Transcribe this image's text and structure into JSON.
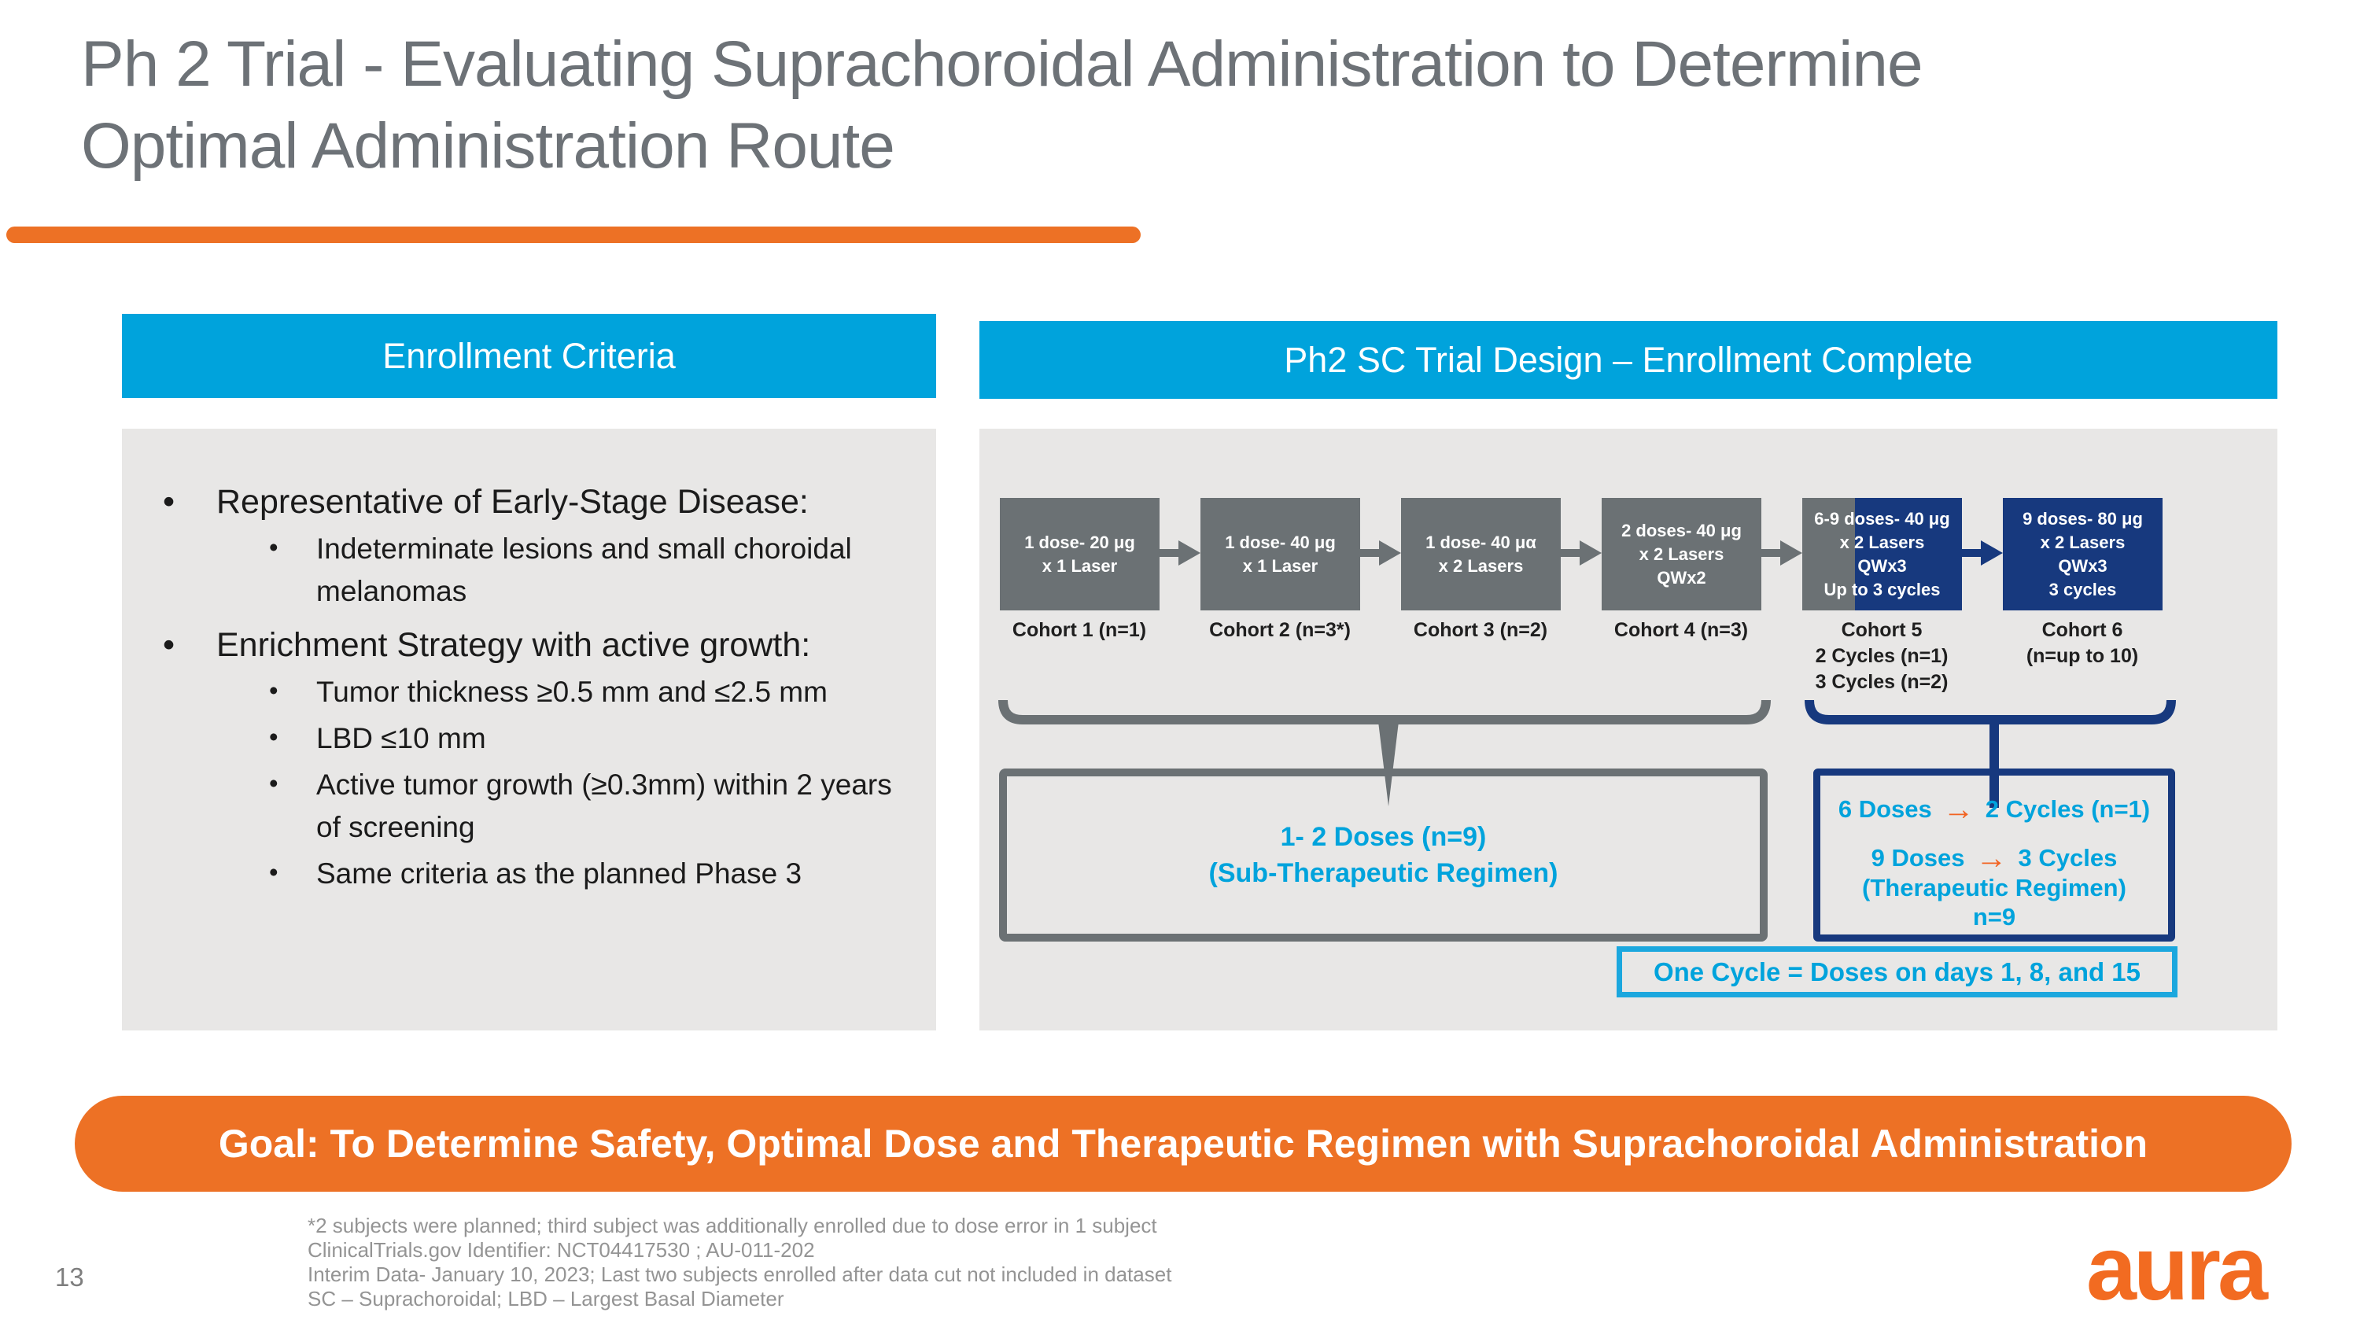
{
  "slide": {
    "title": "Ph 2 Trial - Evaluating Suprachoroidal Administration to Determine\nOptimal Administration Route",
    "page_number": "13",
    "logo_text": "aura"
  },
  "colors": {
    "cyan": "#00A3DC",
    "navy": "#17397E",
    "slate_gray": "#6B7174",
    "orange": "#ED7125",
    "panel_gray": "#E8E7E6"
  },
  "icons": {
    "orange_arrow": "→"
  },
  "enrollment": {
    "header": "Enrollment Criteria",
    "bullets": [
      {
        "level": 1,
        "text": "Representative of Early-Stage Disease:"
      },
      {
        "level": 2,
        "text": "Indeterminate lesions and small choroidal melanomas"
      },
      {
        "level": 1,
        "text": "Enrichment Strategy with active growth:"
      },
      {
        "level": 2,
        "text": "Tumor thickness ≥0.5 mm and ≤2.5 mm"
      },
      {
        "level": 2,
        "text": "LBD ≤10 mm"
      },
      {
        "level": 2,
        "text": "Active tumor growth (≥0.3mm) within 2 years of screening"
      },
      {
        "level": 2,
        "text": "Same criteria as the planned Phase 3"
      }
    ]
  },
  "trial_design": {
    "header": "Ph2 SC Trial Design – Enrollment Complete",
    "cohorts": [
      {
        "box": "1 dose- 20 μg\nx 1 Laser",
        "label": "Cohort 1 (n=1)"
      },
      {
        "box": "1 dose- 40 μg\nx 1 Laser",
        "label": "Cohort 2 (n=3*)"
      },
      {
        "box": "1 dose- 40 μα\nx 2 Lasers",
        "label": "Cohort 3 (n=2)"
      },
      {
        "box": "2 doses- 40 μg\nx 2 Lasers\nQWx2",
        "label": "Cohort 4 (n=3)"
      },
      {
        "box": "6-9 doses- 40 μg\nx 2 Lasers\nQWx3\nUp to 3 cycles",
        "label": "Cohort 5\n2 Cycles (n=1)\n3 Cycles (n=2)"
      },
      {
        "box": "9 doses- 80 μg\nx 2 Lasers\nQWx3\n3 cycles",
        "label": "Cohort 6\n(n=up to 10)"
      }
    ],
    "sub_therapeutic_box": "1- 2 Doses (n=9)\n(Sub-Therapeutic Regimen)",
    "therapeutic_box": {
      "doses1": "6 Doses",
      "cycles1": "2 Cycles (n=1)",
      "doses2": "9 Doses",
      "cycles2": "3 Cycles",
      "regimen_line": "(Therapeutic Regimen)",
      "n_line": "n=9"
    },
    "cycle_note": "One Cycle = Doses on days 1, 8, and 15"
  },
  "goal_banner": "Goal: To Determine Safety, Optimal Dose and Therapeutic Regimen with Suprachoroidal Administration",
  "footnotes": [
    "*2 subjects were planned; third subject was additionally enrolled due to dose error in 1 subject",
    "ClinicalTrials.gov Identifier: NCT04417530 ; AU-011-202",
    "Interim Data- January 10, 2023; Last two subjects enrolled after data cut not included in dataset",
    "SC – Suprachoroidal; LBD – Largest Basal Diameter"
  ]
}
